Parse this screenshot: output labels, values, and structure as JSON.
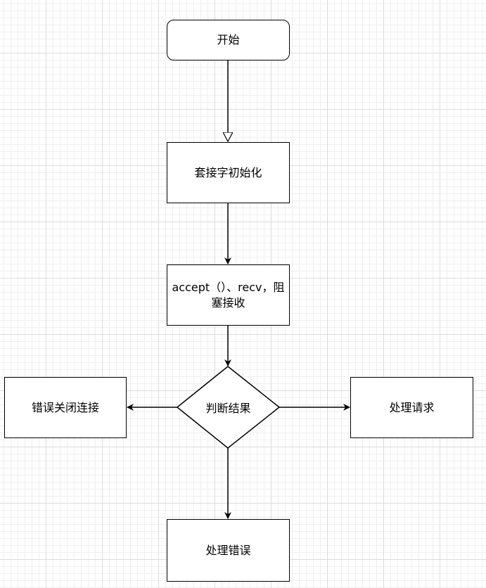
{
  "diagram": {
    "nodes": {
      "start": "开始",
      "socket_init": "套接字初始化",
      "accept_recv": "accept（）、recv，阻塞接收",
      "judge": "判断结果",
      "close_on_error": "错误关闭连接",
      "handle_request": "处理请求",
      "handle_error": "处理错误"
    }
  }
}
